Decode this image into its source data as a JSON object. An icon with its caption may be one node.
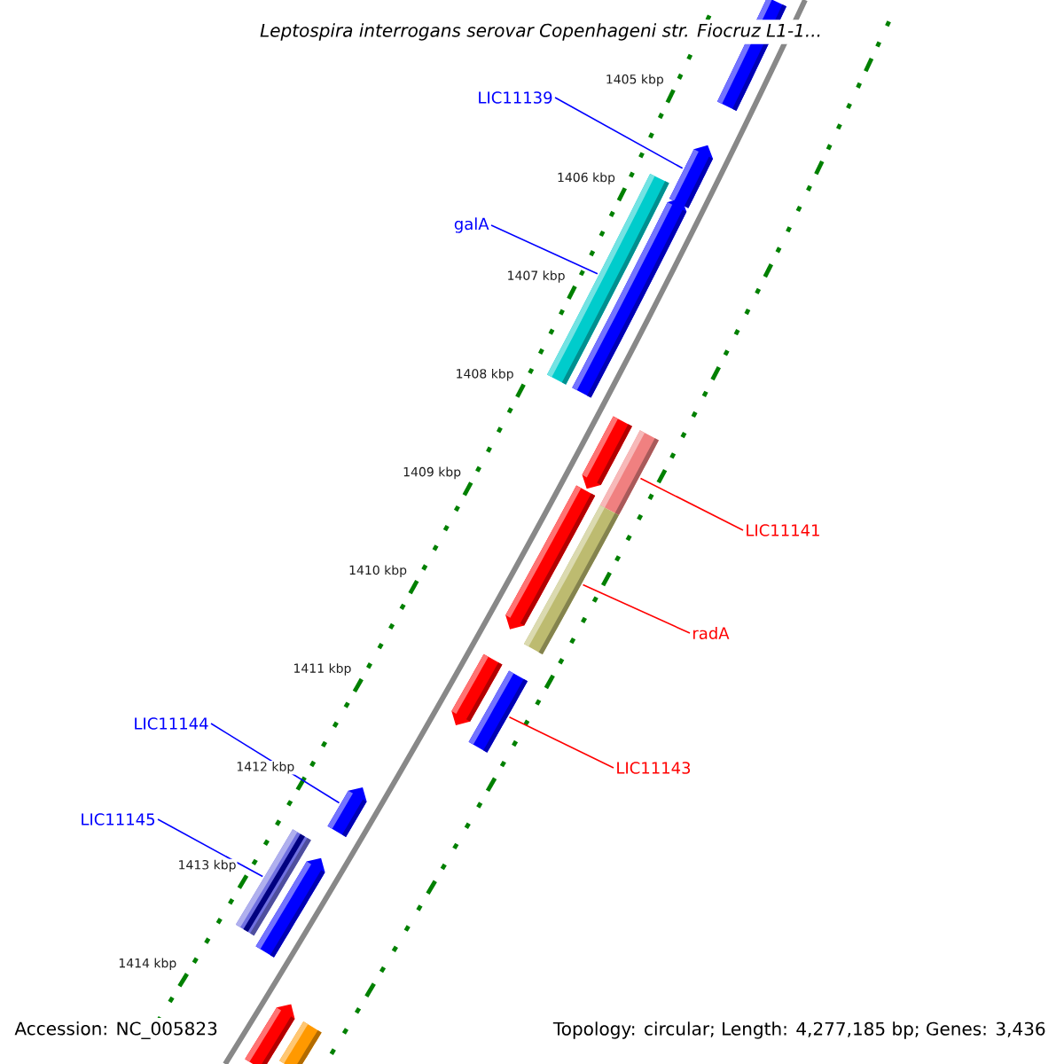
{
  "diagram": {
    "title": "Leptospira interrogans serovar Copenhageni str. Fiocruz L1-1...",
    "nodes": [
      {
        "text": [
          "LIC11139"
        ]
      },
      {
        "text": [
          "galA"
        ]
      },
      {
        "text": [
          "LIC11141"
        ]
      },
      {
        "text": [
          "radA"
        ]
      },
      {
        "text": [
          "LIC11143"
        ]
      },
      {
        "text": [
          "LIC11144"
        ]
      },
      {
        "text": [
          "LIC11145"
        ]
      },
      {
        "text": [],
        "shape": "bar"
      },
      {
        "text": [],
        "shape": "bar"
      },
      {
        "text": [],
        "shape": "bar"
      },
      {
        "text": [],
        "shape": "bar"
      },
      {
        "text": [],
        "shape": "bar"
      },
      {
        "text": [],
        "shape": "bar"
      },
      {
        "text": [],
        "shape": "bar"
      },
      {
        "text": [],
        "shape": "bar"
      },
      {
        "text": [],
        "shape": "bar"
      },
      {
        "text": [],
        "shape": "bar"
      },
      {
        "text": [],
        "shape": "bar"
      },
      {
        "text": [],
        "shape": "bar"
      },
      {
        "text": [],
        "shape": "bar"
      },
      {
        "text": [],
        "shape": "bar"
      },
      {
        "text": [],
        "shape": "bar"
      }
    ],
    "edges": [
      {
        "from": 0,
        "to": 8,
        "arrow": "none"
      },
      {
        "from": 1,
        "to": 9,
        "arrow": "none"
      },
      {
        "from": 2,
        "to": 12,
        "arrow": "none",
        "color": "#ff0000"
      },
      {
        "from": 3,
        "to": 14,
        "arrow": "none",
        "color": "#ff0000"
      },
      {
        "from": 4,
        "to": 16,
        "arrow": "none",
        "color": "#ff0000"
      },
      {
        "from": 5,
        "to": 17,
        "arrow": "none"
      },
      {
        "from": 6,
        "to": 18,
        "arrow": "none"
      }
    ],
    "labels": [
      "1405 kbp",
      "1406 kbp",
      "1407 kbp",
      "1408 kbp",
      "1409 kbp",
      "1410 kbp",
      "1411 kbp",
      "1412 kbp",
      "1413 kbp",
      "1414 kbp",
      "Accession: NC_005823",
      "Topology: circular; Length: 4,277,185 bp; Genes: 3,436"
    ]
  }
}
